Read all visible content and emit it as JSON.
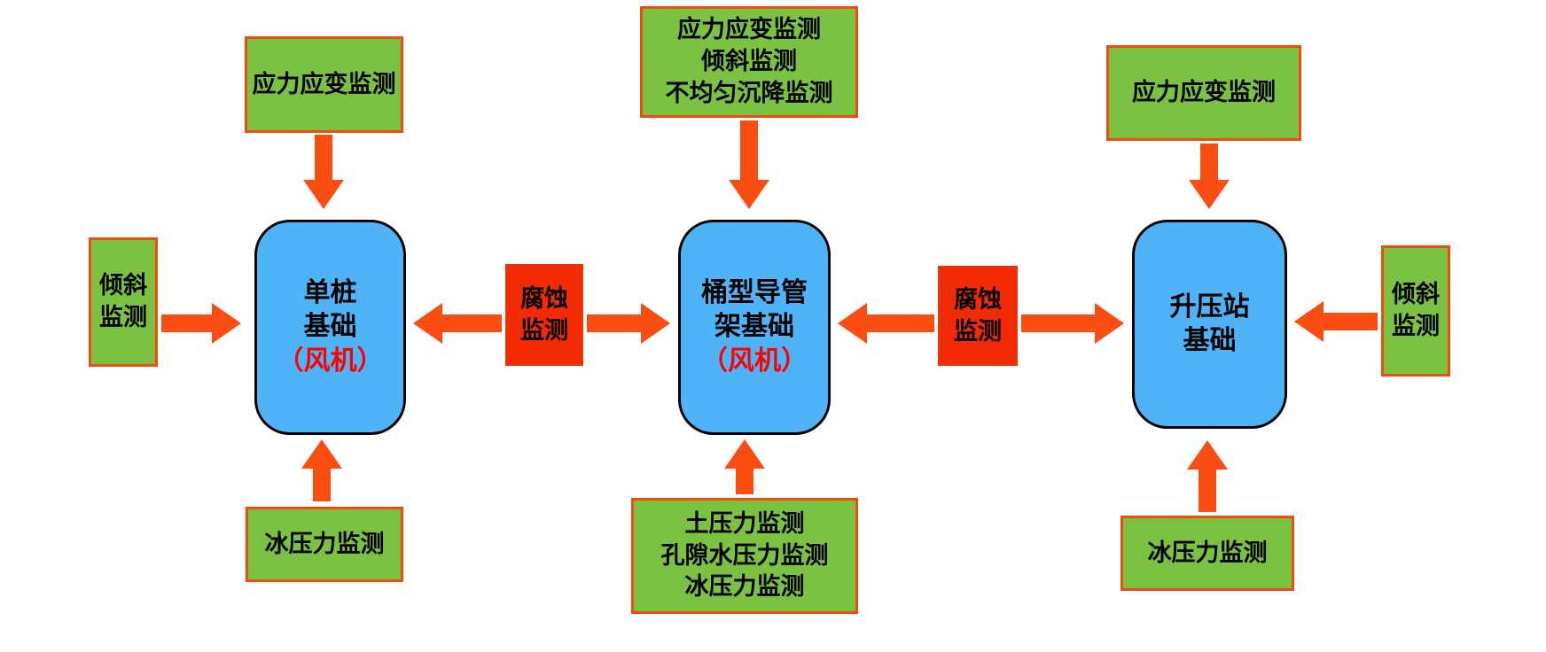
{
  "colors": {
    "green_fill": "#7CC242",
    "green_border": "#EF4C0F",
    "red_fill": "#F22B05",
    "red_border": "#E03A06",
    "blue_fill": "#4FB3F7",
    "arrow": "#FA4D12",
    "highlight_text": "#FF0000"
  },
  "nodes": {
    "col1_top": {
      "lines": [
        "应力应变监测"
      ]
    },
    "col1_left": {
      "lines": [
        "倾斜",
        "监测"
      ]
    },
    "col1_core": {
      "lines": [
        "单桩",
        "基础"
      ],
      "highlight": "（风机）"
    },
    "col1_bottom": {
      "lines": [
        "冰压力监测"
      ]
    },
    "link12": {
      "lines": [
        "腐蚀",
        "监测"
      ]
    },
    "col2_top": {
      "lines": [
        "应力应变监测",
        "倾斜监测",
        "不均匀沉降监测"
      ]
    },
    "col2_core": {
      "lines": [
        "桶型导管",
        "架基础"
      ],
      "highlight": "（风机）"
    },
    "col2_bottom": {
      "lines": [
        "土压力监测",
        "孔隙水压力监测",
        "冰压力监测"
      ]
    },
    "link23": {
      "lines": [
        "腐蚀",
        "监测"
      ]
    },
    "col3_top": {
      "lines": [
        "应力应变监测"
      ]
    },
    "col3_right": {
      "lines": [
        "倾斜",
        "监测"
      ]
    },
    "col3_core": {
      "lines": [
        "升压站",
        "基础"
      ]
    },
    "col3_bottom": {
      "lines": [
        "冰压力监测"
      ]
    }
  }
}
